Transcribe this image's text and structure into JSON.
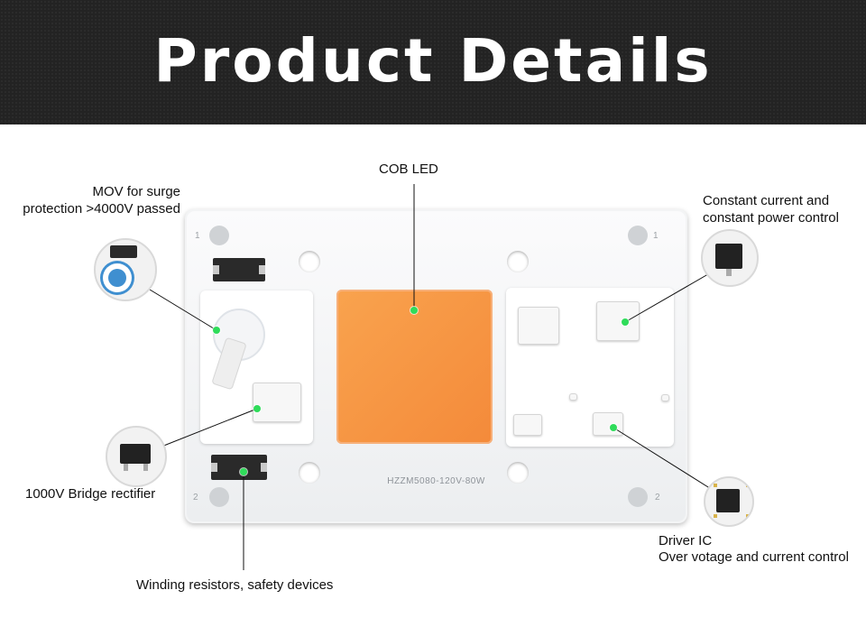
{
  "header": {
    "title": "Product Details"
  },
  "labels": {
    "cob_led": "COB LED",
    "mov_line1": "MOV for surge",
    "mov_line2": "protection >4000V passed",
    "constant_line1": "Constant current and",
    "constant_line2": "constant power control",
    "bridge": "1000V Bridge rectifier",
    "winding": "Winding resistors, safety devices",
    "driver_line1": "Driver IC",
    "driver_line2": "Over votage and current control"
  },
  "board": {
    "marking": "HZZM5080-120V-80W",
    "pad_labels": [
      "1",
      "1",
      "2",
      "2"
    ]
  },
  "colors": {
    "header_bg": "#232323",
    "led_orange": "#f59544",
    "pointer_green": "#2fdc5a"
  }
}
